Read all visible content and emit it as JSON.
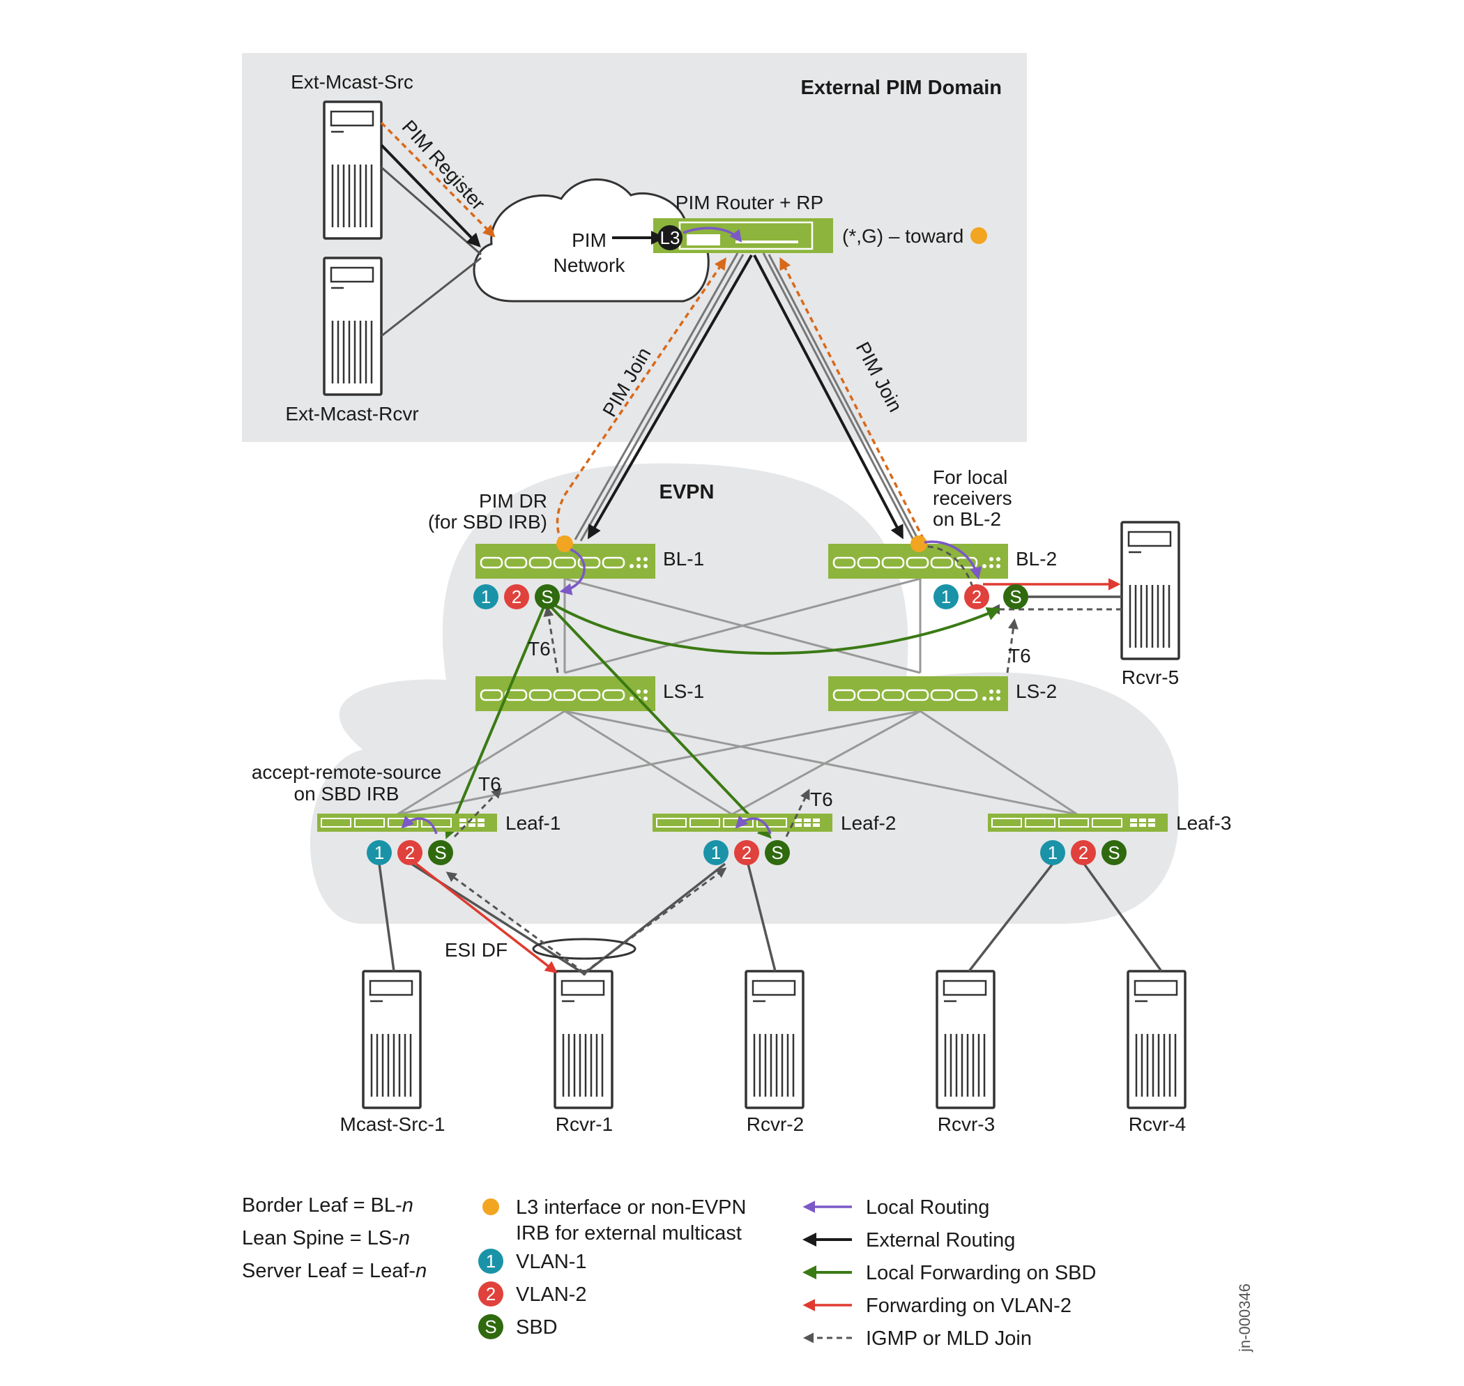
{
  "colors": {
    "switch_green": "#8db43c",
    "vlan1": "#1a93a8",
    "vlan2": "#e0413c",
    "sbd": "#2f6a0f",
    "l3_dot": "#f2a520",
    "local_routing": "#7b59c6",
    "external_routing": "#1a1a1a",
    "local_forwarding_sbd": "#3a7a14",
    "forwarding_vlan2": "#e03a30",
    "igmp_join": "#555555",
    "pim_orange": "#d8691a",
    "pim_domain_bg": "#e6e7e8",
    "evpn_cloud_bg": "#e6e7e8"
  },
  "pim_domain": {
    "title": "External PIM Domain"
  },
  "evpn": {
    "title": "EVPN"
  },
  "ext_hosts": {
    "src": "Ext-Mcast-Src",
    "rcvr": "Ext-Mcast-Rcvr"
  },
  "pim_cloud": {
    "line1": "PIM",
    "line2": "Network"
  },
  "pim_router": {
    "title": "PIM Router + RP",
    "l3_badge": "L3",
    "toward": "(*,G) – toward"
  },
  "arrows": {
    "pim_register": "PIM Register",
    "pim_join": "PIM Join",
    "t6": "T6",
    "esi_df": "ESI DF"
  },
  "notes": {
    "pim_dr_1": "PIM DR",
    "pim_dr_2": "(for SBD IRB)",
    "local_rcv_1": "For local",
    "local_rcv_2": "receivers",
    "local_rcv_3": "on BL-2",
    "accept_1": "accept-remote-source",
    "accept_2": "on SBD IRB"
  },
  "devices": {
    "bl1": "BL-1",
    "bl2": "BL-2",
    "ls1": "LS-1",
    "ls2": "LS-2",
    "leaf1": "Leaf-1",
    "leaf2": "Leaf-2",
    "leaf3": "Leaf-3"
  },
  "badges": {
    "vlan1": "1",
    "vlan2": "2",
    "sbd": "S"
  },
  "servers": {
    "rcvr5": "Rcvr-5",
    "mcast_src1": "Mcast-Src-1",
    "rcvr1": "Rcvr-1",
    "rcvr2": "Rcvr-2",
    "rcvr3": "Rcvr-3",
    "rcvr4": "Rcvr-4"
  },
  "legend": {
    "definitions": [
      {
        "text": "Border Leaf = BL-",
        "suffix": "n"
      },
      {
        "text": "Lean Spine = LS-",
        "suffix": "n"
      },
      {
        "text": "Server Leaf = Leaf-",
        "suffix": "n"
      }
    ],
    "l3_line1": "L3 interface or non-EVPN",
    "l3_line2": "IRB for external multicast",
    "vlan1": "VLAN-1",
    "vlan2": "VLAN-2",
    "sbd": "SBD",
    "local_routing": "Local Routing",
    "external_routing": "External Routing",
    "local_forwarding": "Local Forwarding on SBD",
    "forwarding_vlan2": "Forwarding on VLAN-2",
    "igmp_join": "IGMP or MLD Join"
  },
  "figure_id": "jn-000346"
}
